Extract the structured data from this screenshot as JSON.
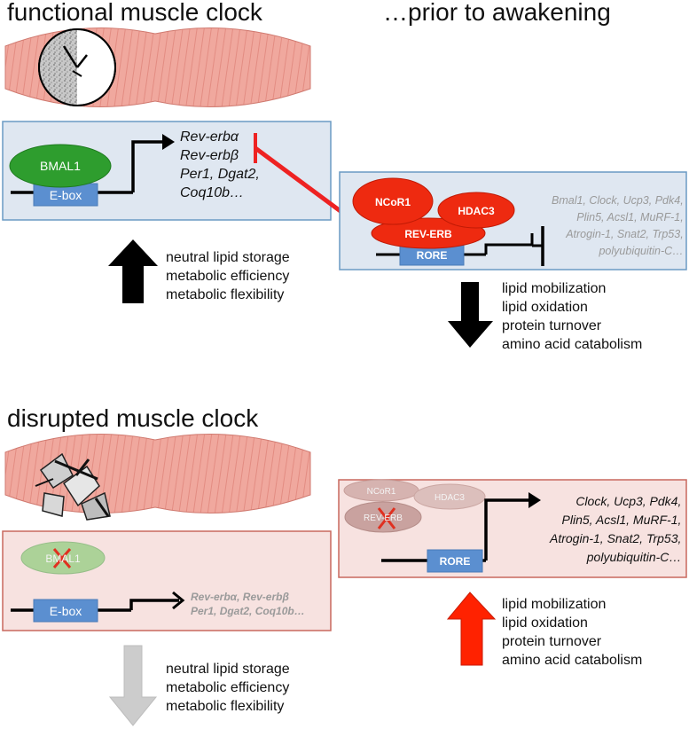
{
  "panels": {
    "functional": {
      "title": "functional muscle clock",
      "activator": "BMAL1",
      "element": "E-box",
      "target_genes": [
        "Rev-erbα",
        "Rev-erbβ",
        "Per1, Dgat2,",
        "Coq10b…"
      ],
      "effects": [
        "neutral lipid storage",
        "metabolic efficiency",
        "metabolic flexibility"
      ]
    },
    "prior_awakening": {
      "title": "…prior to awakening",
      "repressors": [
        "NCoR1",
        "HDAC3",
        "REV-ERB"
      ],
      "element": "RORE",
      "repressed_genes": [
        "Bmal1, Clock, Ucp3, Pdk4,",
        "Plin5, Acsl1, MuRF-1,",
        "Atrogin-1, Snat2, Trp53,",
        "polyubiquitin-C…"
      ],
      "effects": [
        "lipid mobilization",
        "lipid oxidation",
        "protein turnover",
        "amino acid catabolism"
      ]
    },
    "disrupted": {
      "title": "disrupted muscle clock",
      "activator": "BMAL1",
      "element": "E-box",
      "target_genes": [
        "Rev-erbα, Rev-erbβ",
        "Per1, Dgat2, Coq10b…"
      ],
      "effects": [
        "neutral lipid storage",
        "metabolic efficiency",
        "metabolic flexibility"
      ]
    },
    "disrupted_ror": {
      "repressors": [
        "NCoR1",
        "HDAC3",
        "REV-ERB"
      ],
      "element": "RORE",
      "derepressed_genes": [
        "Clock, Ucp3, Pdk4,",
        "Plin5, Acsl1, MuRF-1,",
        "Atrogin-1, Snat2, Trp53,",
        "polyubiquitin-C…"
      ],
      "effects": [
        "lipid mobilization",
        "lipid oxidation",
        "protein turnover",
        "amino acid catabolism"
      ]
    }
  },
  "colors": {
    "box_blue_fill": "#dfe7f1",
    "box_blue_border": "#6a9ac4",
    "box_red_fill": "#f7e2e0",
    "box_red_border": "#c9685e",
    "bmal1_green": "#2e9d2e",
    "element_blue": "#5b8fd0",
    "repressor_red": "#ee2a10",
    "faded_repressor": "#cfa7a4",
    "arrow_black": "#000000",
    "arrow_gray": "#cccccc",
    "arrow_red": "#ff2200",
    "muscle_pink": "#f0a89e",
    "x_mark": "#e03020"
  },
  "icons": [
    "muscle-icon",
    "clock-icon",
    "broken-clock-icon",
    "x-mark-icon"
  ]
}
